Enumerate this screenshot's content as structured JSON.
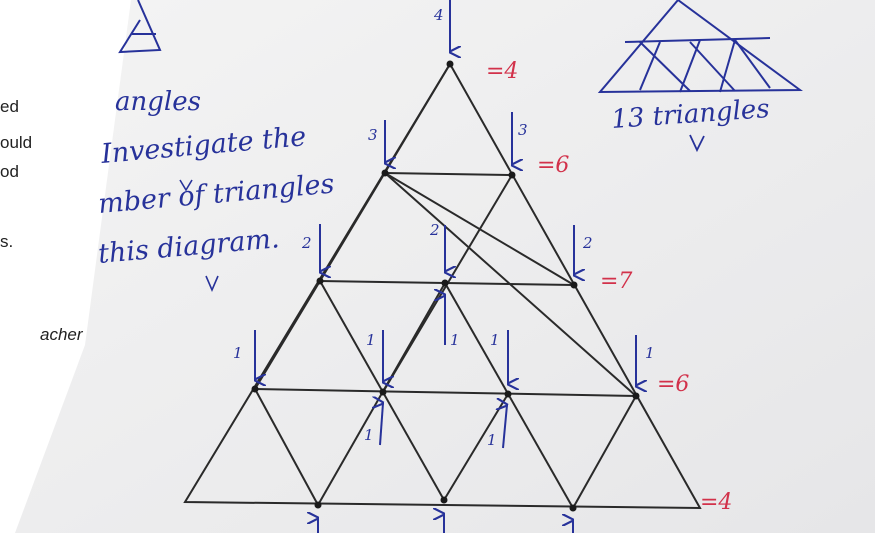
{
  "left_text": {
    "line1": "ed",
    "line2": "ould",
    "line3": "od",
    "line4": "s.",
    "line5": "acher"
  },
  "board": {
    "top_left_note": "angles",
    "question_line1": "Investigate the",
    "question_line2": "mber of triangles",
    "question_line3": "this diagram.",
    "example_caption": "13 triangles"
  },
  "row_totals": [
    "=4",
    "=6",
    "=7",
    "=6",
    "=4"
  ],
  "arrow_labels": {
    "top": "4",
    "row2": [
      "3",
      "3"
    ],
    "row3_outer": [
      "2",
      "2"
    ],
    "row3_inner_down": "2",
    "row3_inner_up": "1",
    "row4_down": [
      "1",
      "1",
      "1",
      "1"
    ],
    "row4_inner_up": [
      "1",
      "1"
    ]
  },
  "colors": {
    "ink_blue": "#27329a",
    "ink_red": "#d2314a",
    "board": "#f0f0f0"
  }
}
